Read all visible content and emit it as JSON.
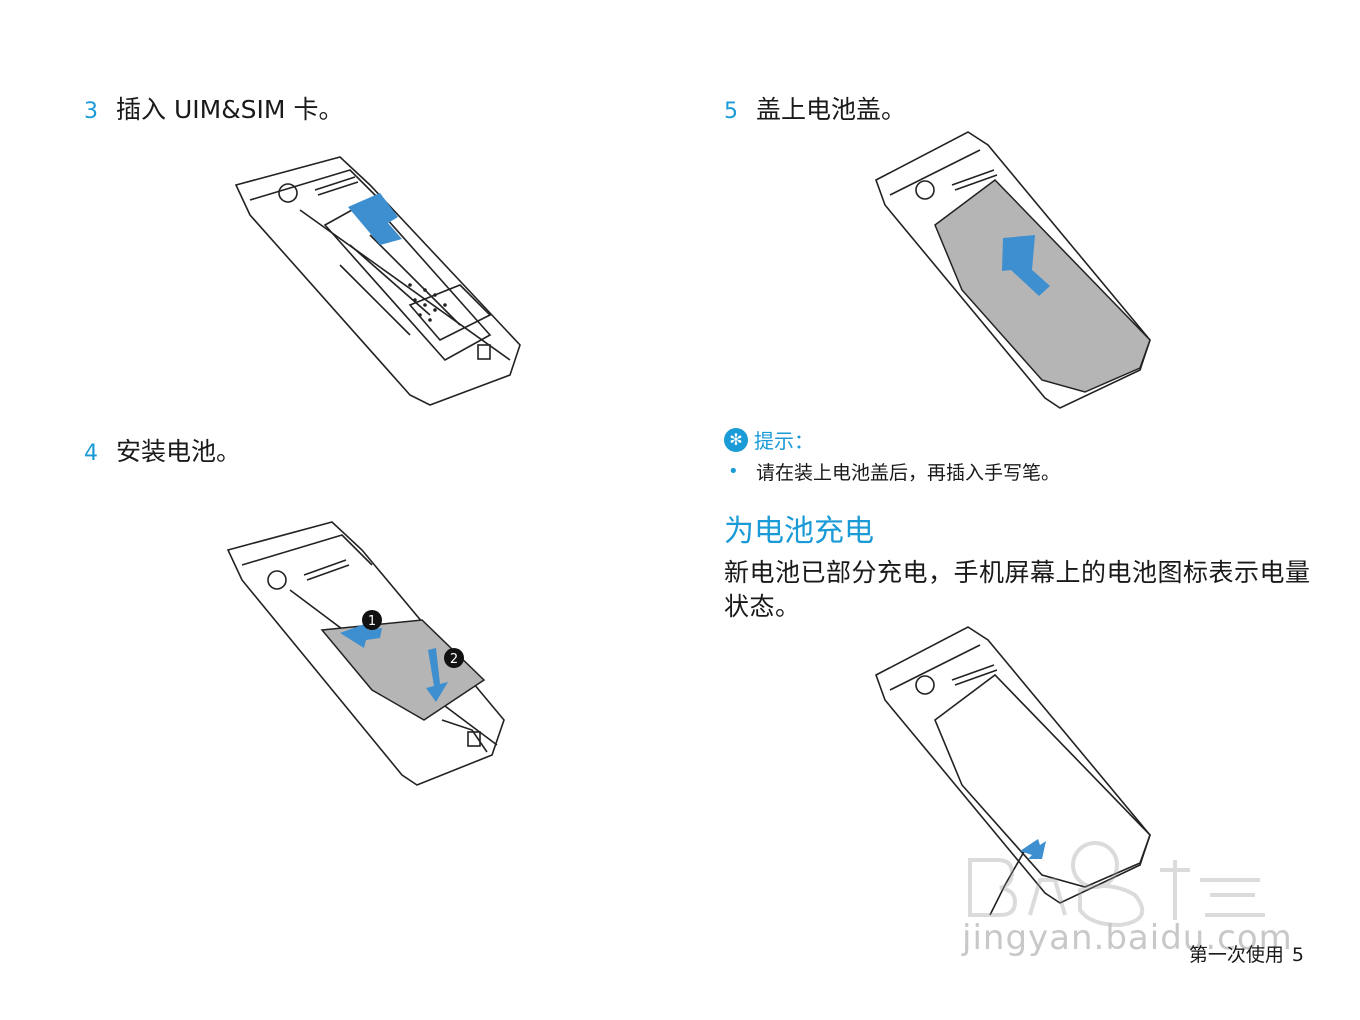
{
  "steps": [
    {
      "num": "3",
      "text": "插入 UIM&SIM 卡。"
    },
    {
      "num": "4",
      "text": "安装电池。"
    },
    {
      "num": "5",
      "text": "盖上电池盖。"
    }
  ],
  "battery_labels": {
    "one": "1",
    "two": "2"
  },
  "tip": {
    "icon": "asterisk-icon",
    "title": "提示：",
    "bullet": "•",
    "text": "请在装上电池盖后，再插入手写笔。"
  },
  "charging": {
    "title": "为电池充电",
    "paragraph": "新电池已部分充电，手机屏幕上的电池图标表示电量状态。"
  },
  "footer": {
    "label": "第一次使用",
    "page": "5"
  },
  "watermark": {
    "brand": "Baidu 经验",
    "url": "jingyan.baidu.com"
  },
  "colors": {
    "accent": "#1a9ad6",
    "sim_blue": "#3d8fd0",
    "battery_gray": "#b5b5b5"
  }
}
